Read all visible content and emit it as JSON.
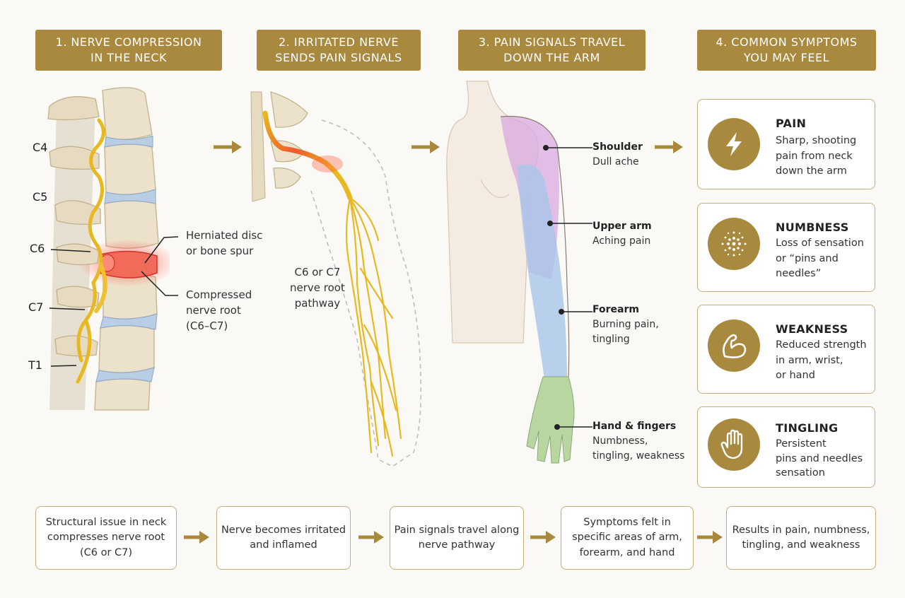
{
  "banners": [
    {
      "line1": "1. NERVE COMPRESSION",
      "line2": "IN THE NECK"
    },
    {
      "line1": "2. IRRITATED NERVE",
      "line2": "SENDS PAIN SIGNALS"
    },
    {
      "line1": "3. PAIN SIGNALS TRAVEL",
      "line2": "DOWN THE ARM"
    },
    {
      "line1": "4. COMMON SYMPTOMS",
      "line2": "YOU MAY FEEL"
    }
  ],
  "vertebrae": [
    "C4",
    "C5",
    "C6",
    "C7",
    "T1"
  ],
  "spine_annotations": {
    "herniated": [
      "Herniated disc",
      "or bone spur"
    ],
    "compressed": [
      "Compressed",
      "nerve root",
      "(C6–C7)"
    ]
  },
  "pathway_label": [
    "C6 or C7",
    "nerve root",
    "pathway"
  ],
  "arm_regions": [
    {
      "title": "Shoulder",
      "desc": [
        "Dull ache"
      ]
    },
    {
      "title": "Upper arm",
      "desc": [
        "Aching pain"
      ]
    },
    {
      "title": "Forearm",
      "desc": [
        "Burning pain,",
        "tingling"
      ]
    },
    {
      "title": "Hand & fingers",
      "desc": [
        "Numbness,",
        "tingling, weakness"
      ]
    }
  ],
  "symptoms": [
    {
      "title": "PAIN",
      "icon": "lightning-icon",
      "desc": [
        "Sharp, shooting",
        "pain from neck",
        "down the arm"
      ]
    },
    {
      "title": "NUMBNESS",
      "icon": "dots-icon",
      "desc": [
        "Loss of sensation",
        "or “pins and",
        "needles”"
      ]
    },
    {
      "title": "WEAKNESS",
      "icon": "flexed-arm-icon",
      "desc": [
        "Reduced strength",
        "in arm, wrist,",
        "or hand"
      ]
    },
    {
      "title": "TINGLING",
      "icon": "hand-icon",
      "desc": [
        "Persistent",
        "pins and needles",
        "sensation"
      ]
    }
  ],
  "flow": [
    [
      "Structural issue in neck",
      "compresses nerve root",
      "(C6 or C7)"
    ],
    [
      "Nerve becomes irritated",
      "and inflamed"
    ],
    [
      "Pain signals travel along",
      "nerve pathway"
    ],
    [
      "Symptoms felt in",
      "specific areas of arm,",
      "forearm, and hand"
    ],
    [
      "Results in pain, numbness,",
      "tingling, and weakness"
    ]
  ],
  "colors": {
    "accent": "#a8893e",
    "nerve": "#e8b820",
    "inflamed": "#e8463a",
    "disc": "#b9cde4",
    "shoulder_zone": "#d9a8e0",
    "arm_zone": "#a9c6ea",
    "hand_zone": "#b8d6a0"
  }
}
